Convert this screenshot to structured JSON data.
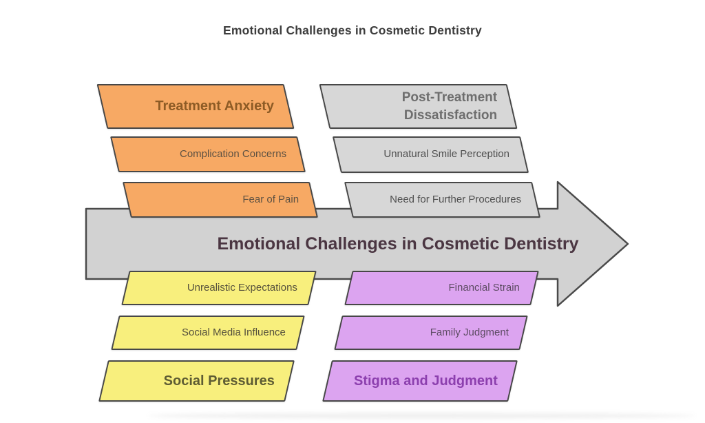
{
  "title": "Emotional Challenges in Cosmetic Dentistry",
  "arrow_label": "Emotional Challenges in Cosmetic Dentistry",
  "colors": {
    "orange_fill": "#f7a964",
    "gray_fill": "#d7d7d7",
    "yellow_fill": "#f8ef7d",
    "purple_fill": "#dca4f0",
    "arrow_fill": "#d2d2d2",
    "border": "#474747",
    "title_text": "#3d3d3d",
    "arrow_text": "#4b3642",
    "orange_lead_text": "#8d5b25",
    "gray_lead_text": "#6e6e6e",
    "yellow_lead_text": "#5e5c33",
    "purple_lead_text": "#8c3fae"
  },
  "groups": {
    "treatment_anxiety": {
      "lead": "Treatment Anxiety",
      "items": [
        "Complication Concerns",
        "Fear of Pain"
      ]
    },
    "post_treatment": {
      "lead": "Post-Treatment Dissatisfaction",
      "items": [
        "Unnatural Smile Perception",
        "Need for Further Procedures"
      ]
    },
    "social": {
      "lead": "Social Pressures",
      "items": [
        "Unrealistic Expectations",
        "Social Media Influence"
      ]
    },
    "stigma": {
      "lead": "Stigma and Judgment",
      "items": [
        "Financial Strain",
        "Family Judgment"
      ]
    }
  }
}
